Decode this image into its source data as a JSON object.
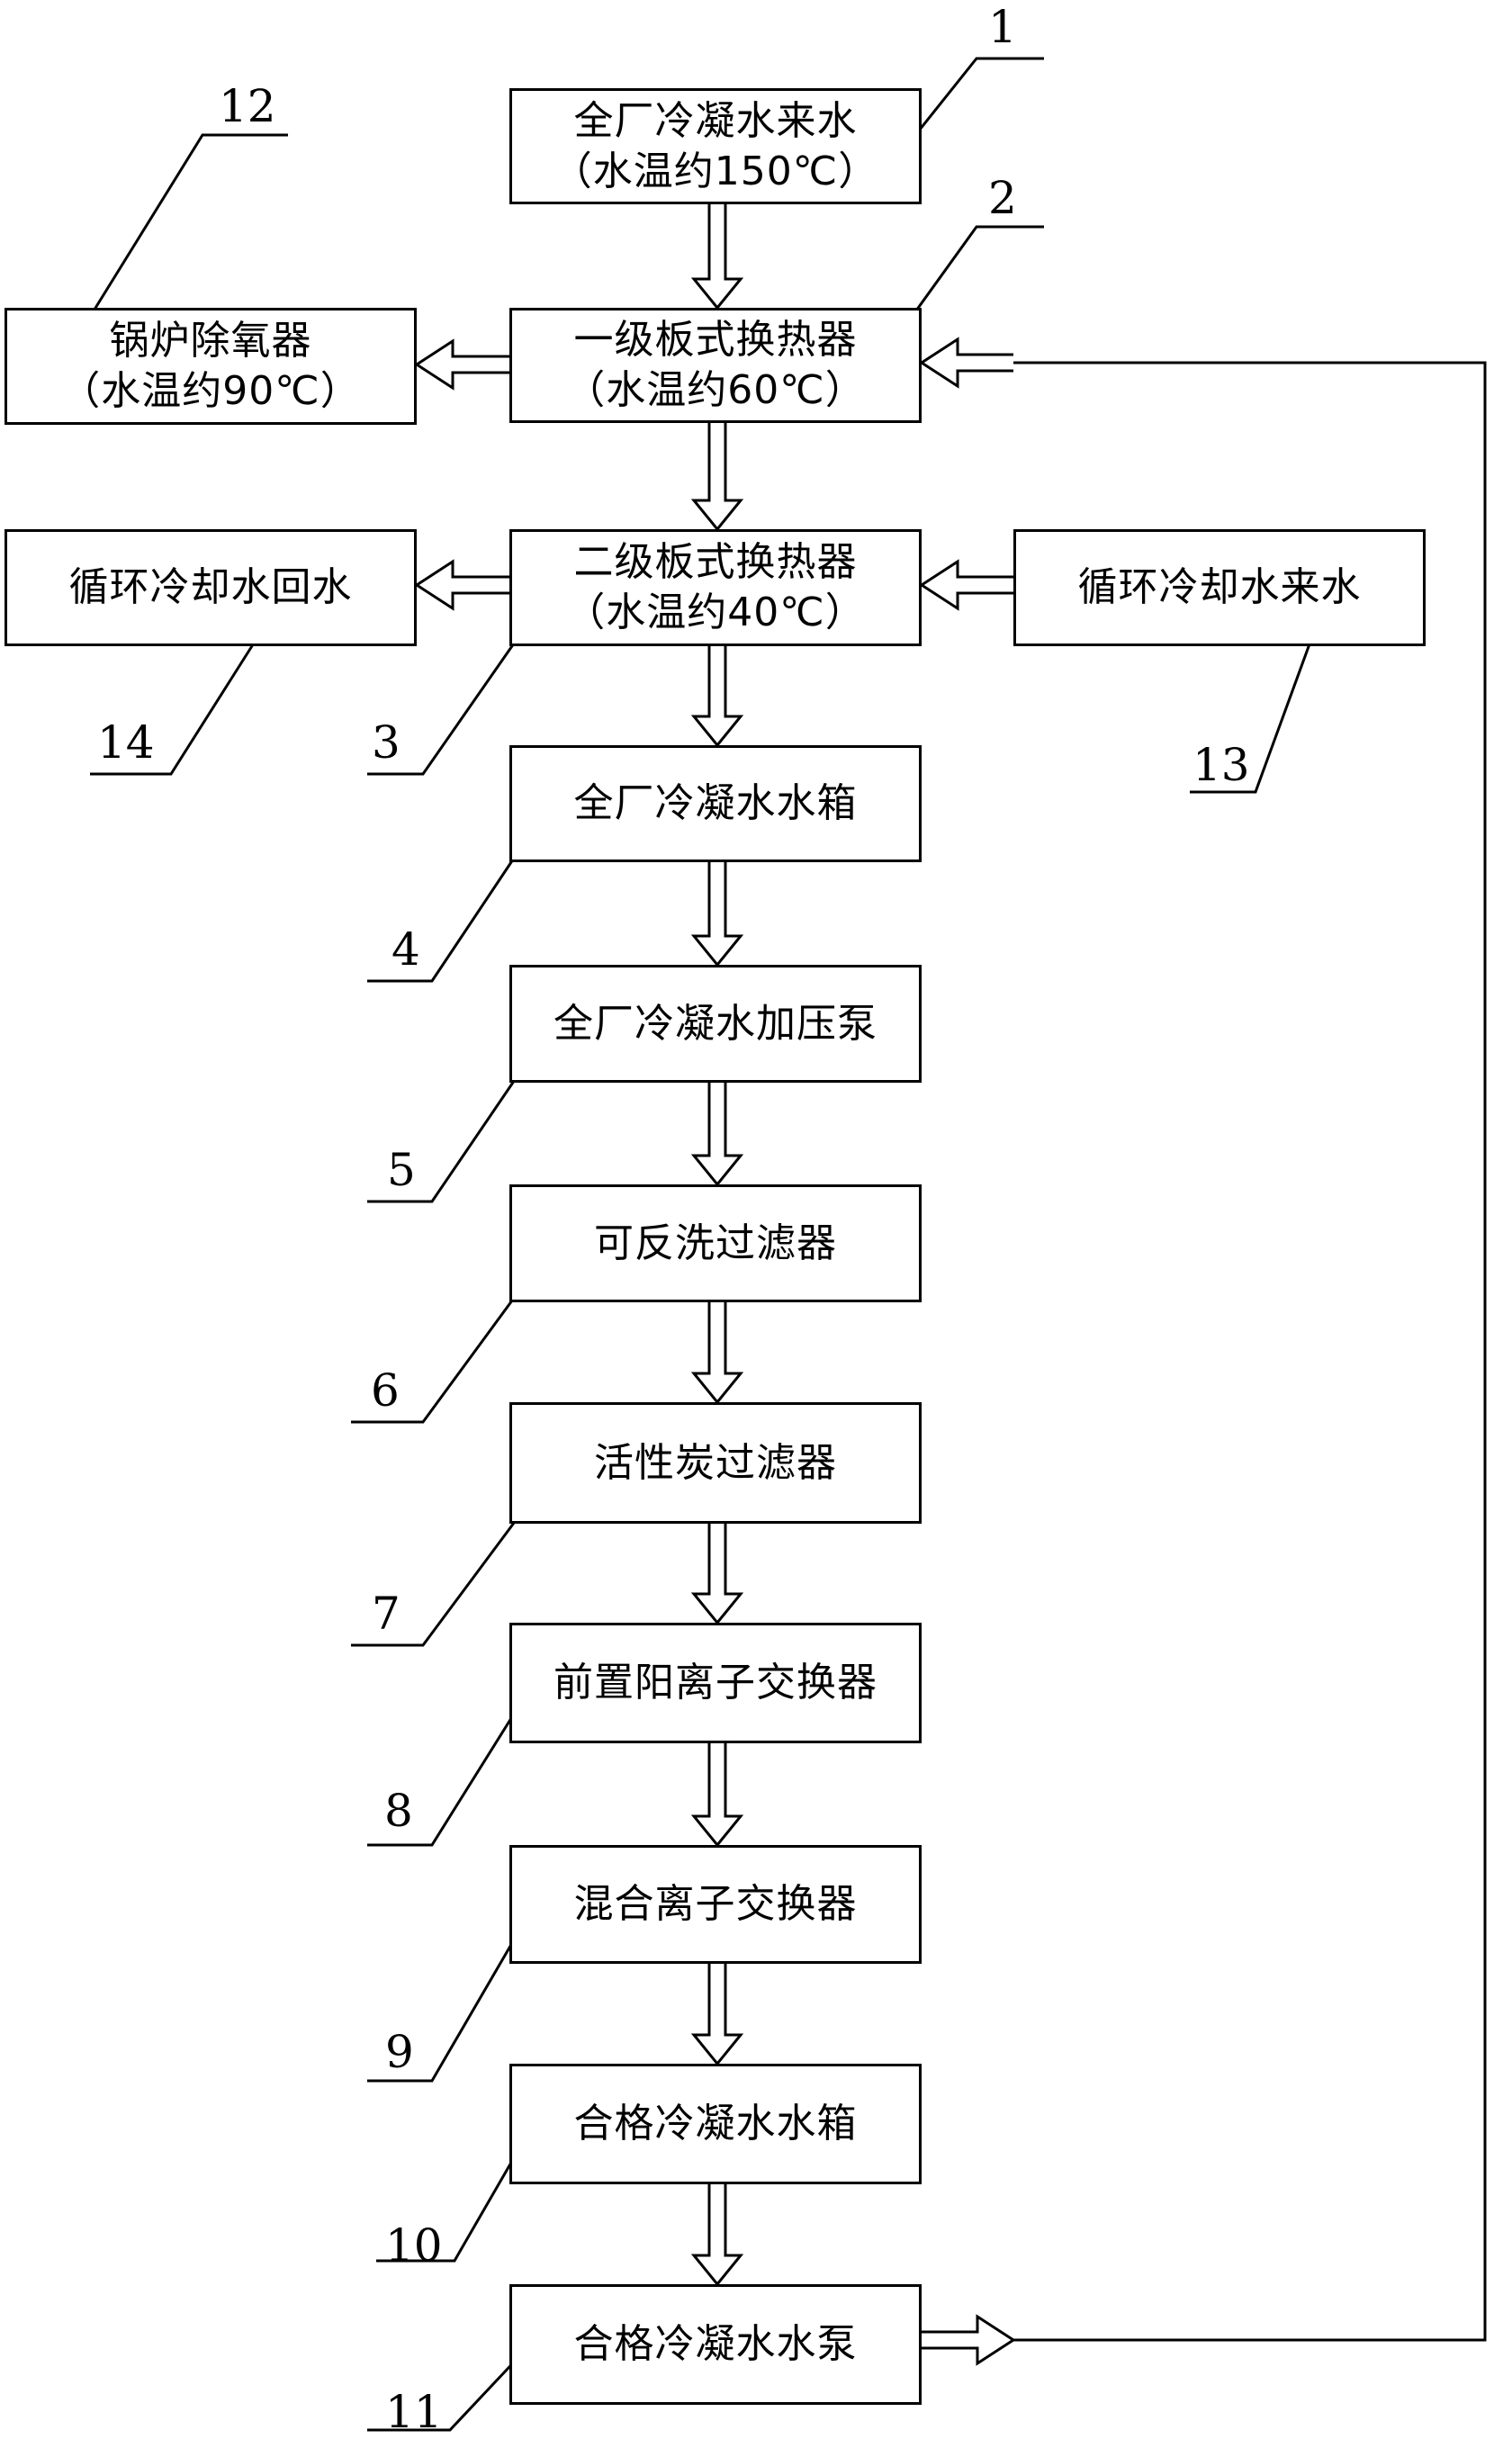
{
  "boxes": [
    {
      "id": "1",
      "line1": "全厂冷凝水来水",
      "line2": "（水温约150℃）"
    },
    {
      "id": "2",
      "line1": "一级板式换热器",
      "line2": "（水温约60℃）"
    },
    {
      "id": "3",
      "line1": "二级板式换热器",
      "line2": "（水温约40℃）"
    },
    {
      "id": "4",
      "line1": "全厂冷凝水水箱"
    },
    {
      "id": "5",
      "line1": "全厂冷凝水加压泵"
    },
    {
      "id": "6",
      "line1": "可反洗过滤器"
    },
    {
      "id": "7",
      "line1": "活性炭过滤器"
    },
    {
      "id": "8",
      "line1": "前置阳离子交换器"
    },
    {
      "id": "9",
      "line1": "混合离子交换器"
    },
    {
      "id": "10",
      "line1": "合格冷凝水水箱"
    },
    {
      "id": "11",
      "line1": "合格冷凝水水泵"
    },
    {
      "id": "12",
      "line1": "锅炉除氧器",
      "line2": "（水温约90℃）"
    },
    {
      "id": "13",
      "line1": "循环冷却水来水"
    },
    {
      "id": "14",
      "line1": "循环冷却水回水"
    }
  ],
  "labels": [
    "1",
    "2",
    "3",
    "4",
    "5",
    "6",
    "7",
    "8",
    "9",
    "10",
    "11",
    "12",
    "13",
    "14"
  ]
}
